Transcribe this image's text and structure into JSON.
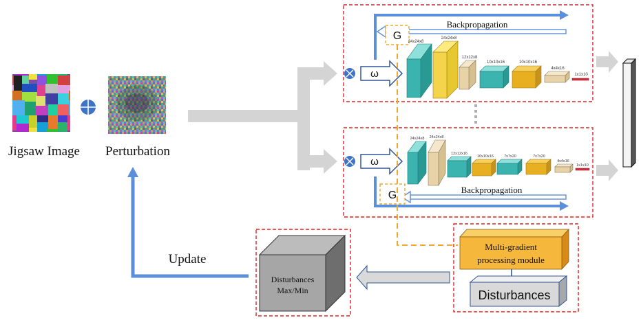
{
  "inputs": {
    "jigsaw_label": "Jigsaw Image",
    "perturbation_label": "Perturbation"
  },
  "top_network": {
    "backprop_label": "Backpropagation",
    "gradient_label": "G",
    "weight_label": "ω",
    "layer_labels": [
      "24x24x8",
      "24x24x8",
      "12x12x8",
      "10x10x16",
      "10x10x16",
      "4x4x16",
      "1x1x10"
    ]
  },
  "bottom_network": {
    "backprop_label": "Backpropagation",
    "gradient_label": "G",
    "weight_label": "ω",
    "layer_labels": [
      "24x24x8",
      "24x24x8",
      "12x12x16",
      "10x10x16",
      "7x7x20",
      "7x7x20",
      "4x4x16",
      "1x1x10"
    ]
  },
  "module": {
    "title_line1": "Multi-gradient",
    "title_line2": "processing module",
    "disturbances_label": "Disturbances"
  },
  "result": {
    "line1": "Disturbances",
    "line2": "Max/Min"
  },
  "update_label": "Update",
  "colors": {
    "teal": "#3BB4B0",
    "gold": "#E8B021",
    "yellow": "#F3D44A",
    "tan": "#E8D3A9",
    "red_dash": "#E02020",
    "orange_dash": "#F0A830",
    "blue_arrow": "#5B8FD9",
    "gray_arrow": "#CFCFCF"
  }
}
